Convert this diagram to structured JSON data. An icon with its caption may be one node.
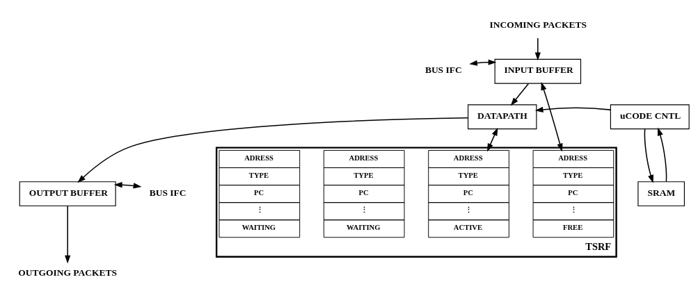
{
  "diagram": {
    "nodes": [
      {
        "text": [
          "INCOMING PACKETS"
        ]
      },
      {
        "text": [
          "BUS IFC"
        ]
      },
      {
        "text": [
          "INPUT BUFFER"
        ]
      },
      {
        "text": [
          "uCODE CNTL"
        ]
      },
      {
        "text": [
          "DATAPATH"
        ]
      },
      {
        "text": [
          "SRAM"
        ]
      },
      {
        "text": [],
        "shape": "box",
        "beside": [
          "TSRF"
        ]
      },
      {
        "text": [
          "ADRESS",
          "TYPE",
          "PC",
          "⋮",
          "WAITING"
        ],
        "in": 6
      },
      {
        "text": [
          "ADRESS",
          "TYPE",
          "PC",
          "⋮",
          "WAITING"
        ],
        "in": 6
      },
      {
        "text": [
          "ADRESS",
          "TYPE",
          "PC",
          "⋮",
          "ACTIVE"
        ],
        "in": 6
      },
      {
        "text": [
          "ADRESS",
          "TYPE",
          "PC",
          "⋮",
          "FREE"
        ],
        "in": 6
      },
      {
        "text": [
          "BUS IFC"
        ]
      },
      {
        "text": [
          "OUTPUT BUFFER"
        ]
      },
      {
        "text": [
          "OUTGOING PACKETS"
        ]
      }
    ],
    "edges": [
      {
        "from": 0,
        "to": 2,
        "arrow": "to"
      },
      {
        "from": 1,
        "to": 2,
        "arrow": "both"
      },
      {
        "from": 2,
        "to": 10,
        "arrow": "both"
      },
      {
        "from": 2,
        "to": 4,
        "arrow": "to"
      },
      {
        "from": 3,
        "to": 4,
        "arrow": "to"
      },
      {
        "from": 3,
        "to": 5,
        "arrow": "to"
      },
      {
        "from": 5,
        "to": 3,
        "arrow": "to"
      },
      {
        "from": 4,
        "to": 9,
        "arrow": "both"
      },
      {
        "from": 4,
        "to": 12,
        "arrow": "to"
      },
      {
        "from": 11,
        "to": 12,
        "arrow": "both"
      },
      {
        "from": 12,
        "to": 13,
        "arrow": "to"
      }
    ]
  }
}
